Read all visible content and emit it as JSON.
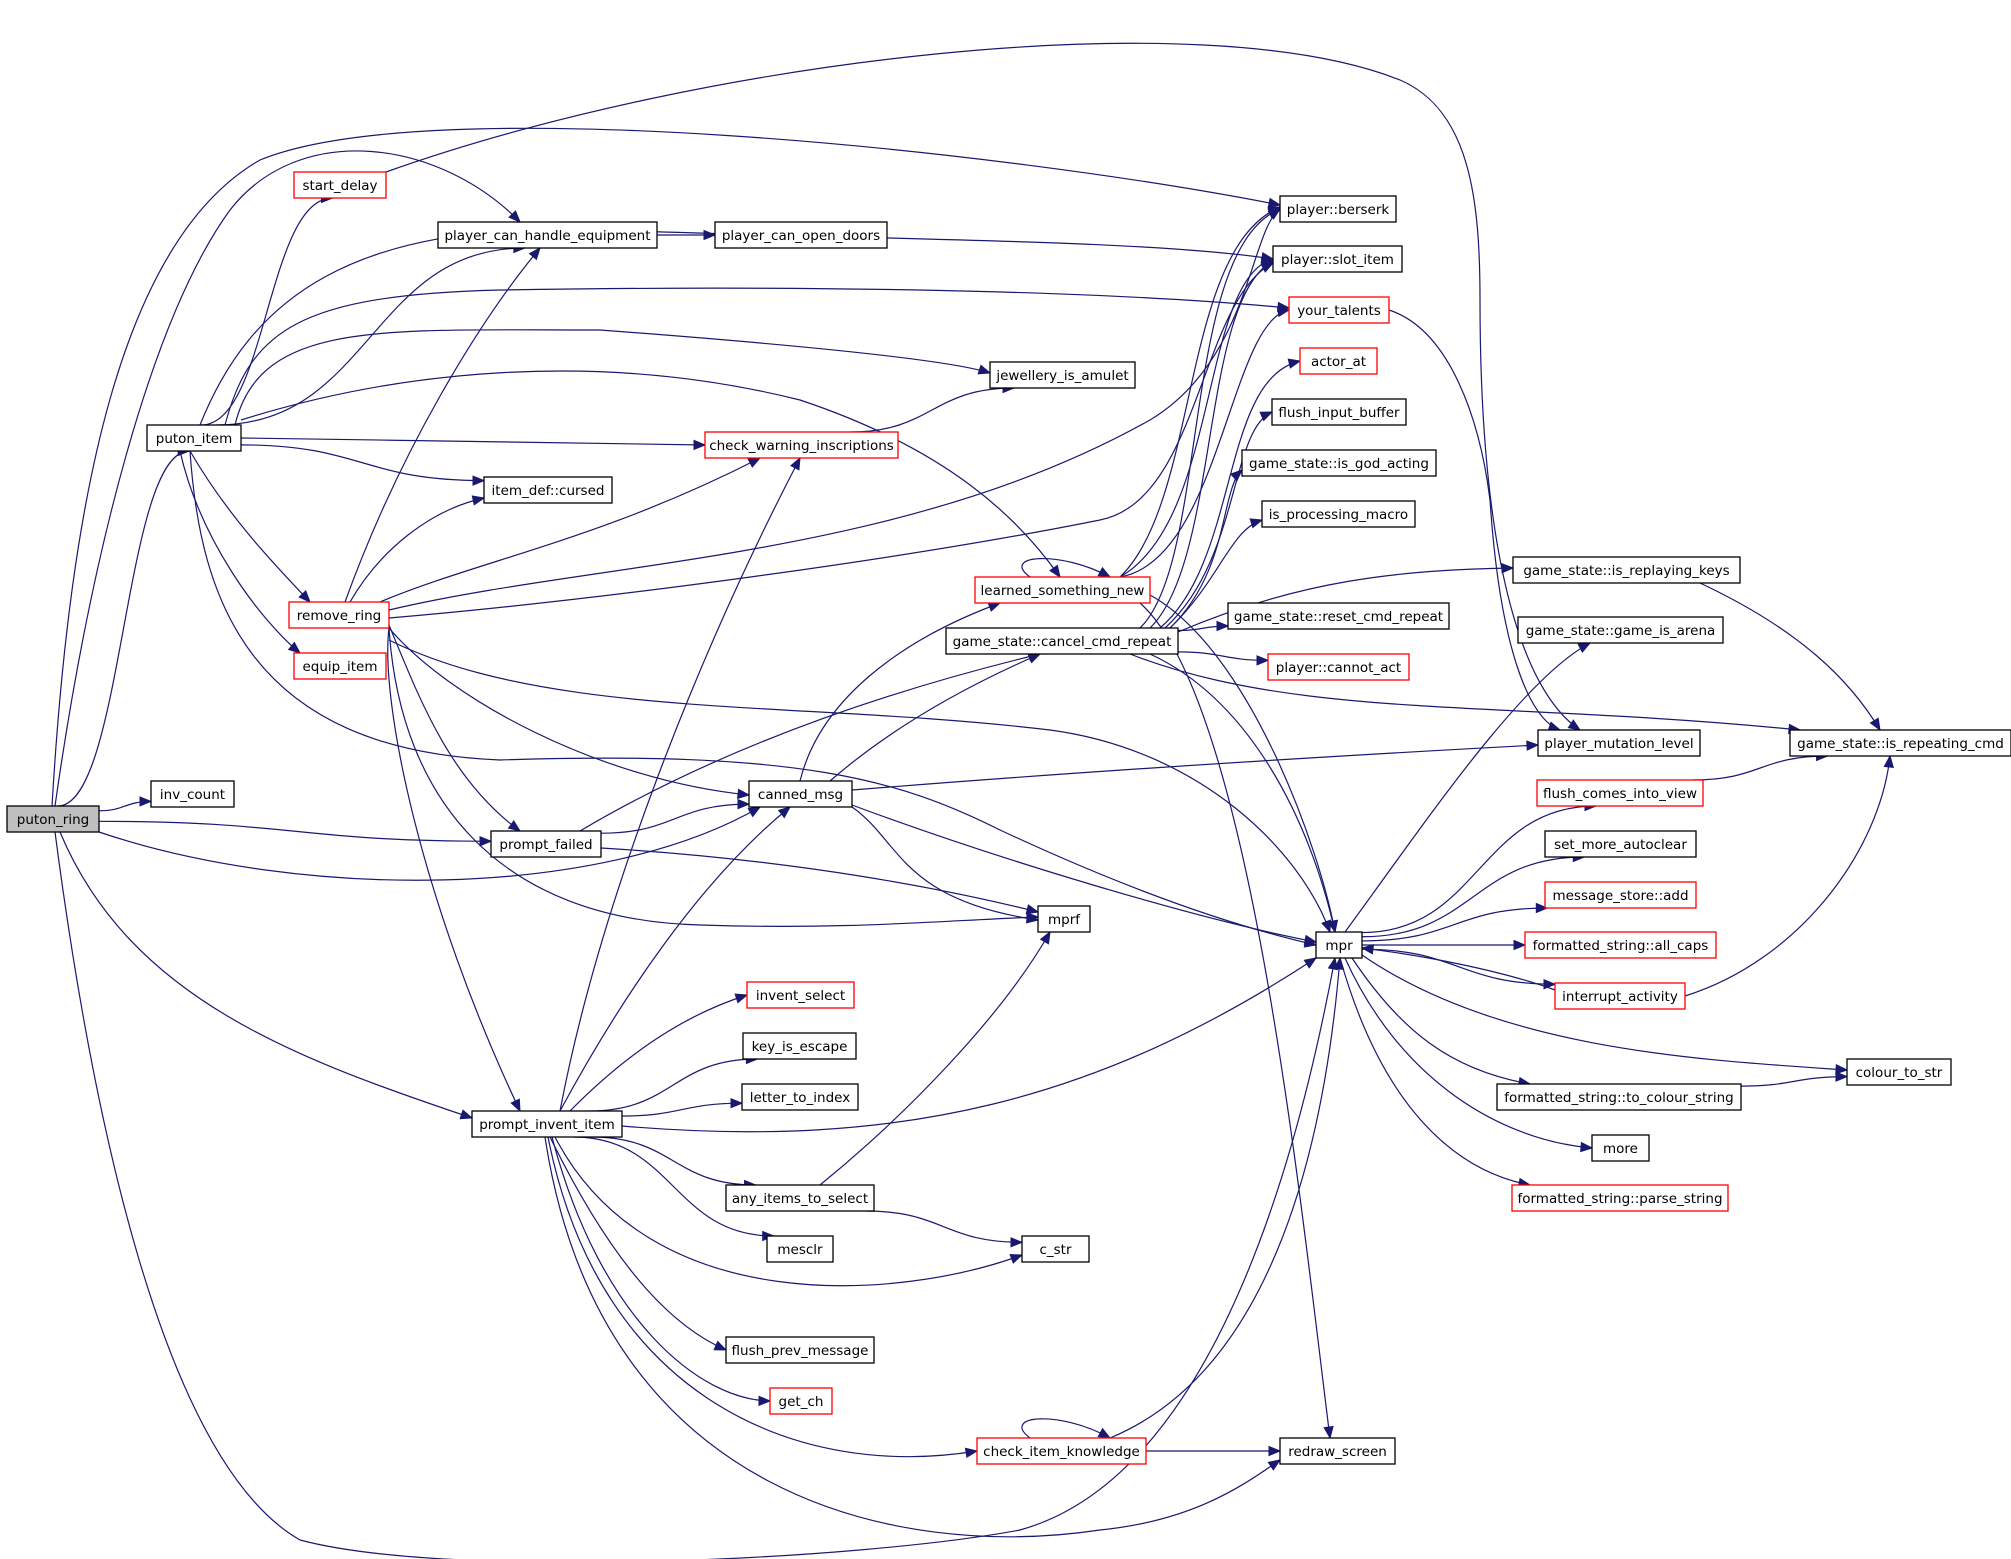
{
  "diagram": {
    "colors": {
      "edge": "#191970",
      "node_border": "#000000",
      "truncated_border": "#ff0000",
      "root_fill": "#bfbfbf"
    },
    "nodes": {
      "puton_ring": {
        "label": "puton_ring",
        "style": "root"
      },
      "inv_count": {
        "label": "inv_count",
        "style": "normal"
      },
      "puton_item": {
        "label": "puton_item",
        "style": "normal"
      },
      "start_delay": {
        "label": "start_delay",
        "style": "truncated"
      },
      "player_can_handle_equipment": {
        "label": "player_can_handle_equipment",
        "style": "normal"
      },
      "player_can_open_doors": {
        "label": "player_can_open_doors",
        "style": "normal"
      },
      "jewellery_is_amulet": {
        "label": "jewellery_is_amulet",
        "style": "normal"
      },
      "check_warning_inscriptions": {
        "label": "check_warning_inscriptions",
        "style": "truncated"
      },
      "item_def_cursed": {
        "label": "item_def::cursed",
        "style": "normal"
      },
      "remove_ring": {
        "label": "remove_ring",
        "style": "truncated"
      },
      "equip_item": {
        "label": "equip_item",
        "style": "truncated"
      },
      "prompt_failed": {
        "label": "prompt_failed",
        "style": "normal"
      },
      "canned_msg": {
        "label": "canned_msg",
        "style": "normal"
      },
      "mprf": {
        "label": "mprf",
        "style": "normal"
      },
      "prompt_invent_item": {
        "label": "prompt_invent_item",
        "style": "normal"
      },
      "invent_select": {
        "label": "invent_select",
        "style": "truncated"
      },
      "key_is_escape": {
        "label": "key_is_escape",
        "style": "normal"
      },
      "letter_to_index": {
        "label": "letter_to_index",
        "style": "normal"
      },
      "any_items_to_select": {
        "label": "any_items_to_select",
        "style": "normal"
      },
      "mesclr": {
        "label": "mesclr",
        "style": "normal"
      },
      "c_str": {
        "label": "c_str",
        "style": "normal"
      },
      "flush_prev_message": {
        "label": "flush_prev_message",
        "style": "normal"
      },
      "get_ch": {
        "label": "get_ch",
        "style": "truncated"
      },
      "check_item_knowledge": {
        "label": "check_item_knowledge",
        "style": "truncated"
      },
      "redraw_screen": {
        "label": "redraw_screen",
        "style": "normal"
      },
      "learned_something_new": {
        "label": "learned_something_new",
        "style": "truncated"
      },
      "game_state_cancel_cmd_repeat": {
        "label": "game_state::cancel_cmd_repeat",
        "style": "normal"
      },
      "player_berserk": {
        "label": "player::berserk",
        "style": "normal"
      },
      "player_slot_item": {
        "label": "player::slot_item",
        "style": "normal"
      },
      "your_talents": {
        "label": "your_talents",
        "style": "truncated"
      },
      "actor_at": {
        "label": "actor_at",
        "style": "truncated"
      },
      "flush_input_buffer": {
        "label": "flush_input_buffer",
        "style": "normal"
      },
      "game_state_is_god_acting": {
        "label": "game_state::is_god_acting",
        "style": "normal"
      },
      "is_processing_macro": {
        "label": "is_processing_macro",
        "style": "normal"
      },
      "game_state_reset_cmd_repeat": {
        "label": "game_state::reset_cmd_repeat",
        "style": "normal"
      },
      "player_cannot_act": {
        "label": "player::cannot_act",
        "style": "truncated"
      },
      "mpr": {
        "label": "mpr",
        "style": "normal"
      },
      "game_state_is_replaying_keys": {
        "label": "game_state::is_replaying_keys",
        "style": "normal"
      },
      "game_state_game_is_arena": {
        "label": "game_state::game_is_arena",
        "style": "normal"
      },
      "player_mutation_level": {
        "label": "player_mutation_level",
        "style": "normal"
      },
      "game_state_is_repeating_cmd": {
        "label": "game_state::is_repeating_cmd",
        "style": "normal"
      },
      "flush_comes_into_view": {
        "label": "flush_comes_into_view",
        "style": "truncated"
      },
      "set_more_autoclear": {
        "label": "set_more_autoclear",
        "style": "normal"
      },
      "message_store_add": {
        "label": "message_store::add",
        "style": "truncated"
      },
      "formatted_string_all_caps": {
        "label": "formatted_string::all_caps",
        "style": "truncated"
      },
      "interrupt_activity": {
        "label": "interrupt_activity",
        "style": "truncated"
      },
      "colour_to_str": {
        "label": "colour_to_str",
        "style": "normal"
      },
      "formatted_string_to_colour_string": {
        "label": "formatted_string::to_colour_string",
        "style": "normal"
      },
      "more": {
        "label": "more",
        "style": "normal"
      },
      "formatted_string_parse_string": {
        "label": "formatted_string::parse_string",
        "style": "truncated"
      }
    },
    "edges": [
      [
        "puton_ring",
        "inv_count"
      ],
      [
        "puton_ring",
        "puton_item"
      ],
      [
        "puton_ring",
        "player_can_handle_equipment"
      ],
      [
        "puton_ring",
        "player_berserk"
      ],
      [
        "puton_ring",
        "prompt_failed"
      ],
      [
        "puton_ring",
        "canned_msg"
      ],
      [
        "puton_ring",
        "prompt_invent_item"
      ],
      [
        "puton_ring",
        "mpr"
      ],
      [
        "puton_item",
        "start_delay"
      ],
      [
        "puton_item",
        "player_can_handle_equipment"
      ],
      [
        "puton_item",
        "player_slot_item"
      ],
      [
        "puton_item",
        "your_talents"
      ],
      [
        "puton_item",
        "jewellery_is_amulet"
      ],
      [
        "puton_item",
        "check_warning_inscriptions"
      ],
      [
        "puton_item",
        "item_def_cursed"
      ],
      [
        "puton_item",
        "remove_ring"
      ],
      [
        "puton_item",
        "equip_item"
      ],
      [
        "puton_item",
        "learned_something_new"
      ],
      [
        "puton_item",
        "mpr"
      ],
      [
        "start_delay",
        "player_mutation_level"
      ],
      [
        "player_can_handle_equipment",
        "player_can_open_doors"
      ],
      [
        "check_warning_inscriptions",
        "jewellery_is_amulet"
      ],
      [
        "remove_ring",
        "player_can_handle_equipment"
      ],
      [
        "remove_ring",
        "item_def_cursed"
      ],
      [
        "remove_ring",
        "check_warning_inscriptions"
      ],
      [
        "remove_ring",
        "player_berserk"
      ],
      [
        "remove_ring",
        "player_slot_item"
      ],
      [
        "remove_ring",
        "prompt_failed"
      ],
      [
        "remove_ring",
        "canned_msg"
      ],
      [
        "remove_ring",
        "mprf"
      ],
      [
        "remove_ring",
        "mpr"
      ],
      [
        "remove_ring",
        "prompt_invent_item"
      ],
      [
        "prompt_failed",
        "canned_msg"
      ],
      [
        "prompt_failed",
        "mprf"
      ],
      [
        "prompt_failed",
        "game_state_cancel_cmd_repeat"
      ],
      [
        "canned_msg",
        "mprf"
      ],
      [
        "canned_msg",
        "mpr"
      ],
      [
        "canned_msg",
        "learned_something_new"
      ],
      [
        "canned_msg",
        "game_state_cancel_cmd_repeat"
      ],
      [
        "canned_msg",
        "player_mutation_level"
      ],
      [
        "prompt_invent_item",
        "check_warning_inscriptions"
      ],
      [
        "prompt_invent_item",
        "canned_msg"
      ],
      [
        "prompt_invent_item",
        "invent_select"
      ],
      [
        "prompt_invent_item",
        "key_is_escape"
      ],
      [
        "prompt_invent_item",
        "letter_to_index"
      ],
      [
        "prompt_invent_item",
        "any_items_to_select"
      ],
      [
        "prompt_invent_item",
        "mesclr"
      ],
      [
        "prompt_invent_item",
        "c_str"
      ],
      [
        "prompt_invent_item",
        "flush_prev_message"
      ],
      [
        "prompt_invent_item",
        "get_ch"
      ],
      [
        "prompt_invent_item",
        "check_item_knowledge"
      ],
      [
        "prompt_invent_item",
        "redraw_screen"
      ],
      [
        "prompt_invent_item",
        "mpr"
      ],
      [
        "any_items_to_select",
        "mprf"
      ],
      [
        "any_items_to_select",
        "c_str"
      ],
      [
        "check_item_knowledge",
        "check_item_knowledge"
      ],
      [
        "check_item_knowledge",
        "redraw_screen"
      ],
      [
        "check_item_knowledge",
        "mpr"
      ],
      [
        "learned_something_new",
        "learned_something_new"
      ],
      [
        "learned_something_new",
        "player_berserk"
      ],
      [
        "learned_something_new",
        "player_slot_item"
      ],
      [
        "learned_something_new",
        "your_talents"
      ],
      [
        "learned_something_new",
        "mpr"
      ],
      [
        "learned_something_new",
        "redraw_screen"
      ],
      [
        "game_state_cancel_cmd_repeat",
        "player_berserk"
      ],
      [
        "game_state_cancel_cmd_repeat",
        "player_slot_item"
      ],
      [
        "game_state_cancel_cmd_repeat",
        "actor_at"
      ],
      [
        "game_state_cancel_cmd_repeat",
        "flush_input_buffer"
      ],
      [
        "game_state_cancel_cmd_repeat",
        "game_state_is_god_acting"
      ],
      [
        "game_state_cancel_cmd_repeat",
        "is_processing_macro"
      ],
      [
        "game_state_cancel_cmd_repeat",
        "game_state_reset_cmd_repeat"
      ],
      [
        "game_state_cancel_cmd_repeat",
        "player_cannot_act"
      ],
      [
        "game_state_cancel_cmd_repeat",
        "game_state_is_replaying_keys"
      ],
      [
        "game_state_cancel_cmd_repeat",
        "game_state_is_repeating_cmd"
      ],
      [
        "game_state_cancel_cmd_repeat",
        "mpr"
      ],
      [
        "your_talents",
        "player_mutation_level"
      ],
      [
        "game_state_is_replaying_keys",
        "game_state_is_repeating_cmd"
      ],
      [
        "mpr",
        "game_state_game_is_arena"
      ],
      [
        "mpr",
        "flush_comes_into_view"
      ],
      [
        "mpr",
        "set_more_autoclear"
      ],
      [
        "mpr",
        "message_store_add"
      ],
      [
        "mpr",
        "formatted_string_all_caps"
      ],
      [
        "mpr",
        "interrupt_activity"
      ],
      [
        "mpr",
        "colour_to_str"
      ],
      [
        "mpr",
        "formatted_string_to_colour_string"
      ],
      [
        "mpr",
        "more"
      ],
      [
        "mpr",
        "formatted_string_parse_string"
      ],
      [
        "flush_comes_into_view",
        "game_state_is_repeating_cmd"
      ],
      [
        "interrupt_activity",
        "mpr"
      ],
      [
        "interrupt_activity",
        "game_state_is_repeating_cmd"
      ],
      [
        "formatted_string_to_colour_string",
        "colour_to_str"
      ]
    ]
  }
}
